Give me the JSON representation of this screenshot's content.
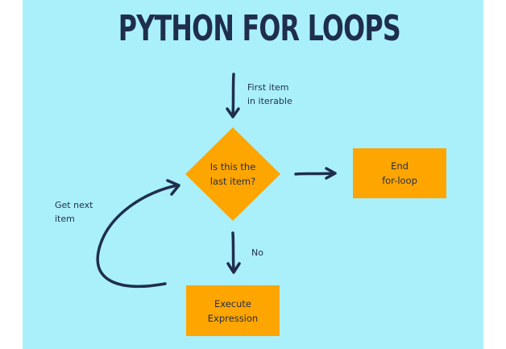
{
  "title": "PYTHON FOR LOOPS",
  "labels": {
    "first_item_line1": "First item",
    "first_item_line2": "in iterable",
    "get_next_line1": "Get next",
    "get_next_line2": "item",
    "no": "No"
  },
  "nodes": {
    "decision_line1": "Is this the",
    "decision_line2": "last item?",
    "end_line1": "End",
    "end_line2": "for-loop",
    "execute_line1": "Execute",
    "execute_line2": "Expression"
  },
  "colors": {
    "background": "#aaf0fb",
    "node_fill": "#ffa500",
    "ink": "#1f2e4d"
  }
}
